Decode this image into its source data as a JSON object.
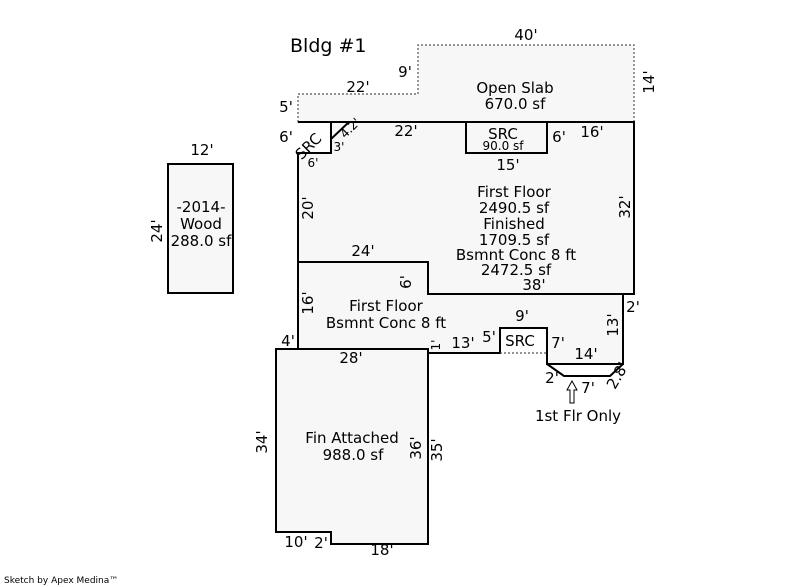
{
  "title": "Bldg #1",
  "credit": "Sketch by Apex Medina™",
  "areas": {
    "open_slab": {
      "name": "Open Slab",
      "area": "670.0 sf"
    },
    "src_top": {
      "name": "SRC",
      "area": "90.0 sf"
    },
    "src_small": "SRC",
    "src_left": "SRC",
    "main": {
      "line1": "First Floor",
      "line2": "2490.5 sf",
      "line3": "Finished",
      "line4": "1709.5 sf",
      "line5": "Bsmnt Conc 8 ft",
      "line6": "2472.5 sf"
    },
    "lower": {
      "line1": "First Floor",
      "line2": "Bsmnt Conc 8 ft"
    },
    "garage": {
      "line1": "Fin Attached",
      "line2": "988.0 sf"
    },
    "shed": {
      "line1": "-2014-",
      "line2": "Wood",
      "line3": "288.0 sf"
    },
    "first_floor_only": "1st Flr Only"
  },
  "dimensions": {
    "d40": "40'",
    "d9": "9'",
    "d22a": "22'",
    "d14": "14'",
    "d5": "5'",
    "d6a": "6'",
    "d42": "4.2'",
    "d22b": "22'",
    "d6b": "6'",
    "d16a": "16'",
    "d3": "3'",
    "d6c": "6'",
    "d15": "15'",
    "d20": "20'",
    "d32": "32'",
    "d24a": "24'",
    "d6d": "6'",
    "d38": "38'",
    "d16b": "16'",
    "d2a": "2'",
    "d9b": "9'",
    "d13a": "13'",
    "d4": "4'",
    "d1": "1'",
    "d13b": "13'",
    "d5b": "5'",
    "d7a": "7'",
    "d28": "28'",
    "d14b": "14'",
    "d2b": "2'",
    "d7b": "7'",
    "d28b": "2.8'",
    "d34": "34'",
    "d36": "36'",
    "d35": "35'",
    "d10": "10'",
    "d2c": "2'",
    "d18": "18'",
    "d12": "12'",
    "d24b": "24'"
  }
}
